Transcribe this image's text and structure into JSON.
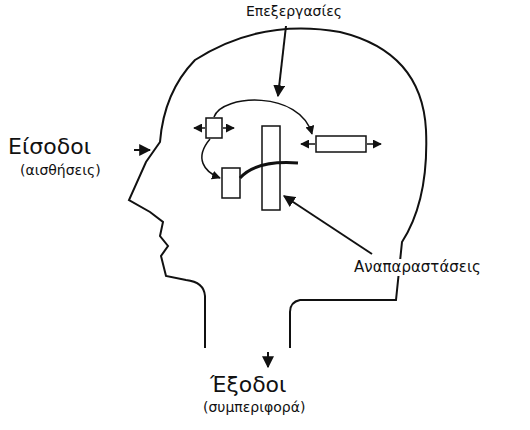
{
  "diagram": {
    "labels": [
      "Επεξεργασίες",
      "Είσοδοι",
      "(αισθήσεις)",
      "Αναπαραστάσεις",
      "Έξοδοι",
      "(συμπεριφορά)"
    ]
  }
}
